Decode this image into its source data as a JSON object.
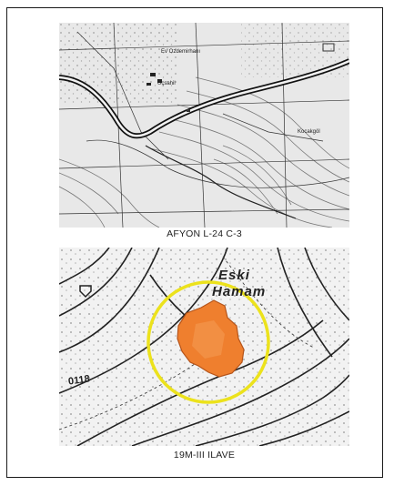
{
  "figure": {
    "maps": [
      {
        "caption": "AFYON  L-24 C-3",
        "place_labels": [
          "Ev Ozdemirhanı",
          "Üçsahil",
          "Kocakgöl"
        ]
      },
      {
        "caption": "19M-III  ILAVE",
        "place_labels": [
          "Eski",
          "Hamam",
          "0118"
        ],
        "highlight": {
          "marker_color": "#ece21c",
          "area_color": "#ef7f2e"
        }
      }
    ]
  }
}
